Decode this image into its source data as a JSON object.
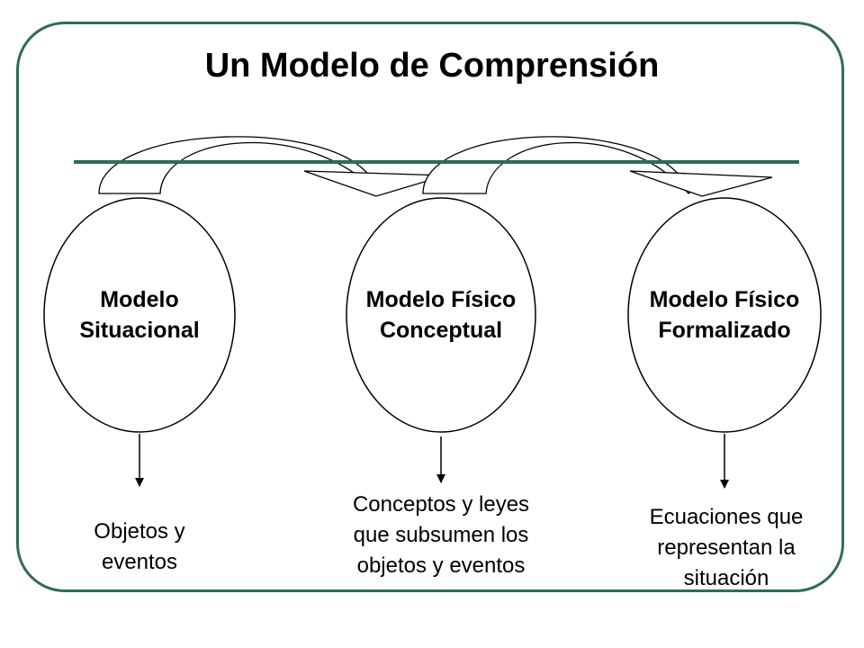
{
  "title": "Un Modelo de Comprensión",
  "colors": {
    "frame": "#2e6b5c",
    "bar": "#2e6b5c",
    "ink": "#000000"
  },
  "models": [
    {
      "line1": "Modelo",
      "line2": "Situacional"
    },
    {
      "line1": "Modelo Físico",
      "line2": "Conceptual"
    },
    {
      "line1": "Modelo Físico",
      "line2": "Formalizado"
    }
  ],
  "outputs": [
    {
      "lines": [
        "Objetos y",
        "eventos"
      ]
    },
    {
      "lines": [
        "Conceptos y leyes",
        "que subsumen los",
        "objetos y eventos"
      ]
    },
    {
      "lines": [
        "Ecuaciones que",
        "representan la",
        "situación"
      ]
    }
  ]
}
